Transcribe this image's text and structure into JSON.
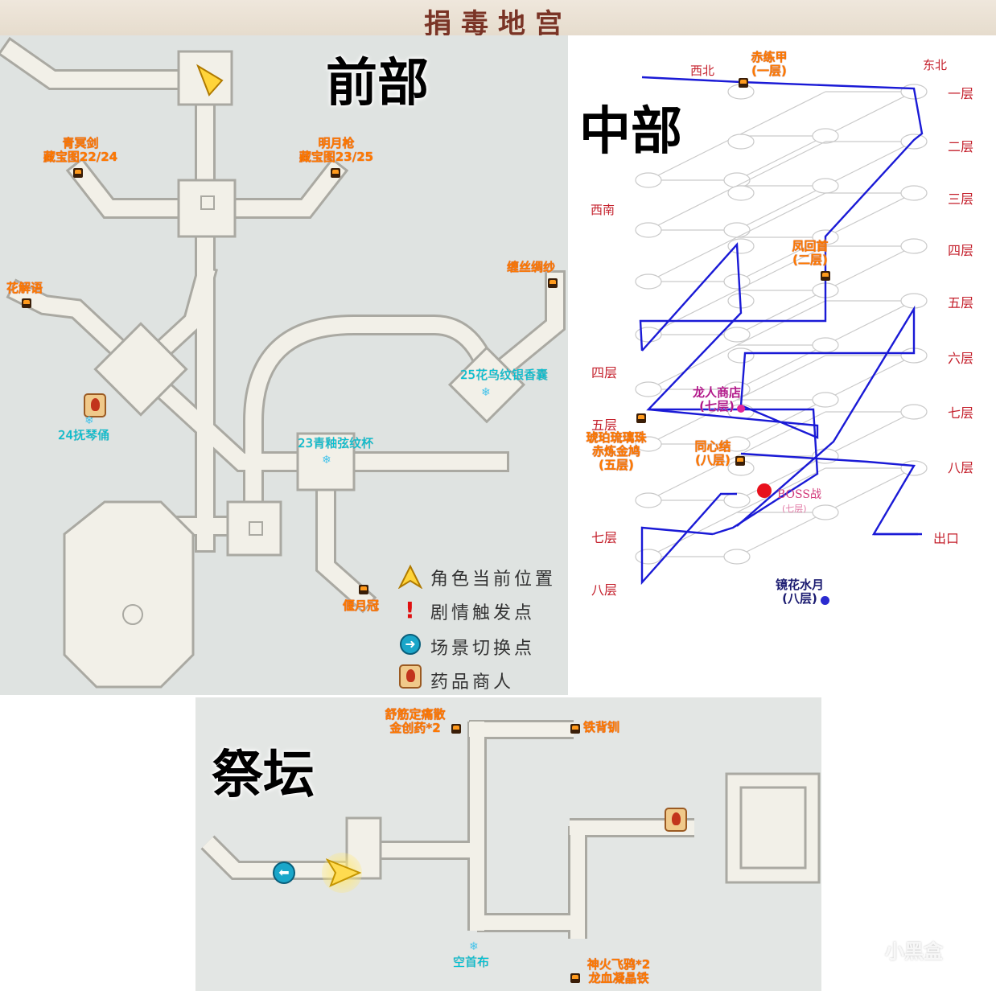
{
  "title": "捐毒地宫",
  "front": {
    "label": "前部",
    "loot": {
      "qingming": [
        "青冥剑",
        "藏宝图22/24"
      ],
      "mingyue": [
        "明月枪",
        "藏宝图23/25"
      ],
      "huajieyu": "花解语",
      "chansi": "缠丝绸纱",
      "yanyue": "偃月冠"
    },
    "cyan": {
      "fuqin": "24抚琴俑",
      "qinghua": "23青釉弦纹杯",
      "huaniao": "25花鸟纹银香囊"
    },
    "legend": [
      {
        "icon": "arrow",
        "label": "角色当前位置"
      },
      {
        "icon": "exclaim",
        "label": "剧情触发点"
      },
      {
        "icon": "switch",
        "label": "场景切换点"
      },
      {
        "icon": "merchant",
        "label": "药品商人"
      }
    ]
  },
  "middle": {
    "label": "中部",
    "directions": {
      "nw": "西北",
      "ne": "东北",
      "sw": "西南"
    },
    "right_floors": [
      "一层",
      "二层",
      "三层",
      "四层",
      "五层",
      "六层",
      "七层",
      "八层"
    ],
    "left_floors": [
      "四层",
      "五层",
      "七层",
      "八层"
    ],
    "items": {
      "chilian": [
        "赤练甲",
        "(一层)"
      ],
      "fenghui": [
        "凤回首",
        "(二层)"
      ],
      "longren": [
        "龙人商店",
        "(七层)"
      ],
      "hupo": [
        "琥珀琉璃珠",
        "赤炼金鸠",
        "(五层)"
      ],
      "tongxin": [
        "同心结",
        "(八层)"
      ],
      "boss": [
        "BOSS战",
        "(七层)"
      ],
      "jinghua": [
        "镜花水月",
        "(八层)"
      ]
    },
    "exit": "出口",
    "colors": {
      "path": "#1a1ad6",
      "grid": "#c9c9c9",
      "text": "#c41f2b",
      "boss": "#e8101c",
      "shop": "#e0249a"
    }
  },
  "altar": {
    "label": "祭坛",
    "loot": {
      "shujin": [
        "舒筋定痛散",
        "金创药*2"
      ],
      "tiebei": "铁背钏",
      "shenhuo": [
        "神火飞鸦*2",
        "龙血凝晶铁"
      ]
    },
    "cyan": {
      "kongshou": "空首布"
    }
  },
  "watermark": "小黑盒"
}
